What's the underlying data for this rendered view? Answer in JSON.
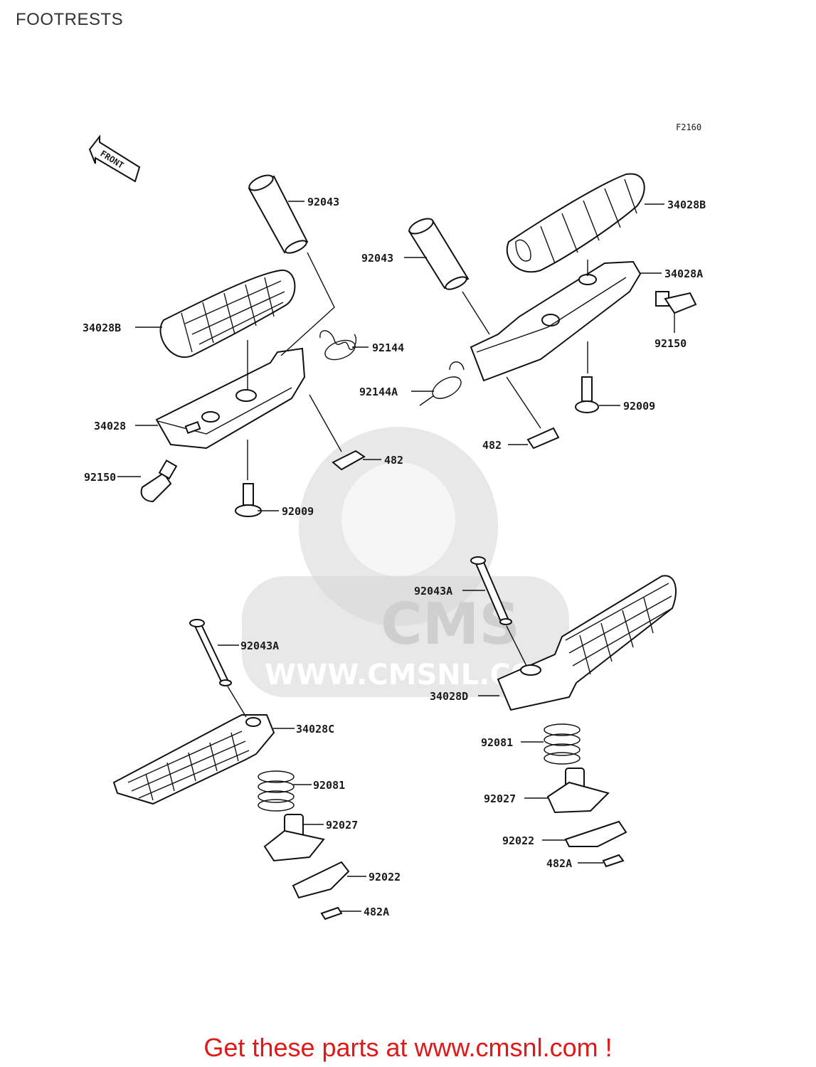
{
  "title": "FOOTRESTS",
  "ref_code": "F2160",
  "front_label": "FRONT",
  "watermark": {
    "brand": "CMS",
    "url": "WWW.CMSNL.COM"
  },
  "footer": "Get these parts at www.cmsnl.com !",
  "labels": {
    "l_92043_a": "92043",
    "l_34028b_a": "34028B",
    "l_92144": "92144",
    "l_34028": "34028",
    "l_482_a": "482",
    "l_92150_a": "92150",
    "l_92009_a": "92009",
    "l_92043_b": "92043",
    "l_34028b_b": "34028B",
    "l_34028a": "34028A",
    "l_92150_b": "92150",
    "l_92144a": "92144A",
    "l_92009_b": "92009",
    "l_482_b": "482",
    "l_92043a_a": "92043A",
    "l_34028d": "34028D",
    "l_92081_a": "92081",
    "l_92027_a": "92027",
    "l_92022_a": "92022",
    "l_482a_a": "482A",
    "l_92043a_b": "92043A",
    "l_34028c": "34028C",
    "l_92081_b": "92081",
    "l_92027_b": "92027",
    "l_92022_b": "92022",
    "l_482a_b": "482A"
  }
}
